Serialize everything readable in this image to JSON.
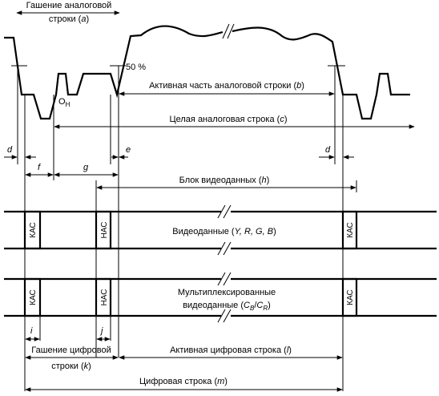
{
  "labels": {
    "blanking_analog_1": "Гашение аналоговой",
    "blanking_analog_2": "строки (",
    "blanking_analog_var": "a",
    "pct50": "50 %",
    "oh": "O",
    "oh_sub": "H",
    "active_analog": "Активная часть аналоговой строки (",
    "active_analog_var": "b",
    "full_analog": "Целая аналоговая строка (",
    "full_analog_var": "c",
    "d": "d",
    "d2": "d",
    "e": "e",
    "f": "f",
    "g": "g",
    "video_block": "Блок видеоданных (",
    "video_block_var": "h",
    "video_data_prefix": "Видеоданные (",
    "video_data_vars": "Y, R, G, B",
    "mux_line1": "Мультиплексированные",
    "mux_line2_prefix": "видеоданные (",
    "mux_cb": "C",
    "mux_cb_sub": "B",
    "mux_sep": "/",
    "mux_cr": "C",
    "mux_cr_sub": "R",
    "kas": "КАС",
    "nas": "НАС",
    "i": "i",
    "j": "j",
    "dig_blank_1": "Гашение цифровой",
    "dig_blank_2": "строки (",
    "dig_blank_var": "k",
    "active_digital": "Активная цифровая строка (",
    "active_digital_var": "l",
    "digital_line": "Цифровая строка (",
    "digital_line_var": "m",
    "close": ")"
  }
}
